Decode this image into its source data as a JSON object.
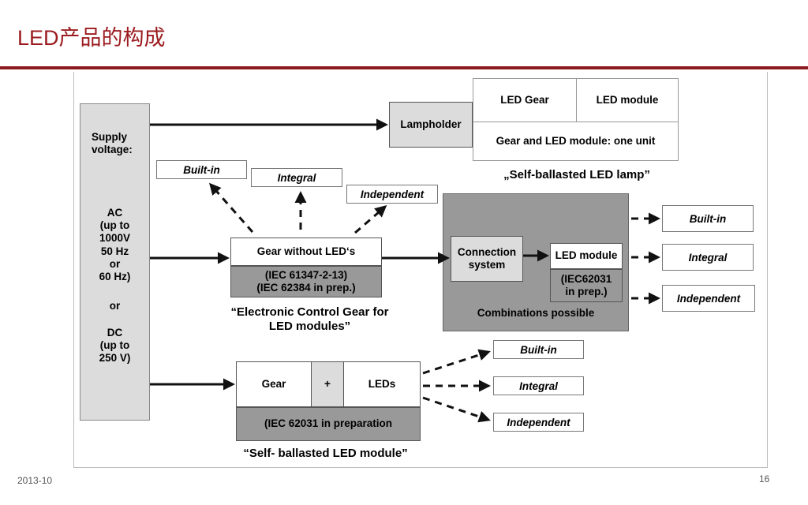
{
  "slide": {
    "title": "LED产品的构成",
    "date": "2013-10",
    "page": "16"
  },
  "supply": {
    "heading": "Supply\nvoltage:",
    "ac": "AC\n(up to\n1000V\n50 Hz\nor\n60 Hz)",
    "or": "or",
    "dc": "DC\n(up to\n250 V)"
  },
  "lamp": {
    "lampholder": "Lampholder",
    "led_gear": "LED Gear",
    "led_module": "LED module",
    "one_unit": "Gear and LED module: one unit",
    "caption": "„Self-ballasted LED lamp”"
  },
  "gear": {
    "top_tags": [
      "Built-in",
      "Integral",
      "Independent"
    ],
    "box_label": "Gear without LED‘s",
    "standards": "(IEC 61347-2-13)\n(IEC 62384 in prep.)",
    "caption": "“Electronic Control Gear for\nLED modules”"
  },
  "combo": {
    "connection": "Connection\nsystem",
    "led_module": "LED module",
    "standard": "(IEC62031\nin prep.)",
    "caption": "Combinations possible",
    "out_tags": [
      "Built-in",
      "Integral",
      "Independent"
    ]
  },
  "module": {
    "gear": "Gear",
    "plus": "+",
    "leds": "LEDs",
    "standard": "(IEC 62031 in preparation",
    "caption": "“Self- ballasted LED module”",
    "out_tags": [
      "Built-in",
      "Integral",
      "Independent"
    ]
  }
}
